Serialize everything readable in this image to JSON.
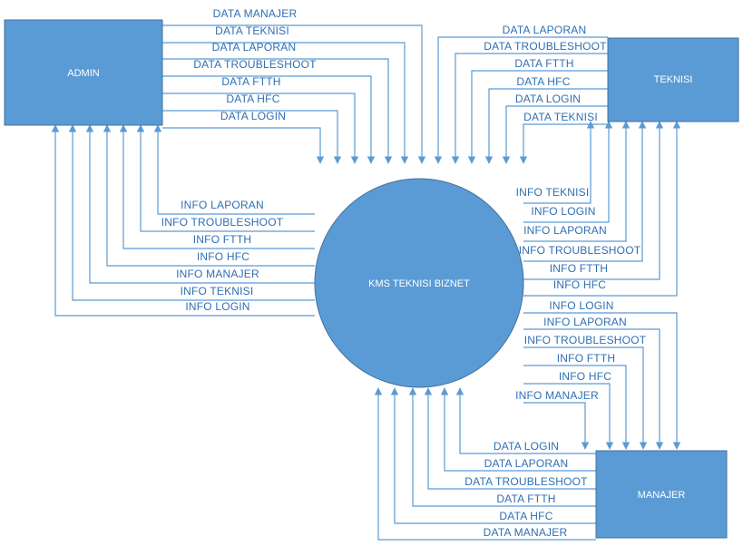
{
  "entities": {
    "admin": "ADMIN",
    "teknisi": "TEKNISI",
    "manajer": "MANAJER",
    "process": "KMS TEKNISI BIZNET"
  },
  "flows": {
    "admin_to_process": [
      "DATA MANAJER",
      "DATA TEKNISI",
      "DATA LAPORAN",
      "DATA TROUBLESHOOT",
      "DATA FTTH",
      "DATA HFC",
      "DATA LOGIN"
    ],
    "process_to_admin": [
      "INFO LAPORAN",
      "INFO TROUBLESHOOT",
      "INFO FTTH",
      "INFO HFC",
      "INFO MANAJER",
      "INFO TEKNISI",
      "INFO LOGIN"
    ],
    "teknisi_to_process": [
      "DATA LAPORAN",
      "DATA TROUBLESHOOT",
      "DATA FTTH",
      "DATA HFC",
      "DATA LOGIN",
      "DATA TEKNISI"
    ],
    "process_to_teknisi": [
      "INFO TEKNISI",
      "INFO LOGIN",
      "INFO LAPORAN",
      "INFO TROUBLESHOOT",
      "INFO FTTH",
      "INFO HFC"
    ],
    "process_to_manajer": [
      "INFO LOGIN",
      "INFO LAPORAN",
      "INFO TROUBLESHOOT",
      "INFO FTTH",
      "INFO HFC",
      "INFO MANAJER"
    ],
    "manajer_to_process": [
      "DATA LOGIN",
      "DATA LAPORAN",
      "DATA TROUBLESHOOT",
      "DATA FTTH",
      "DATA HFC",
      "DATA MANAJER"
    ]
  }
}
